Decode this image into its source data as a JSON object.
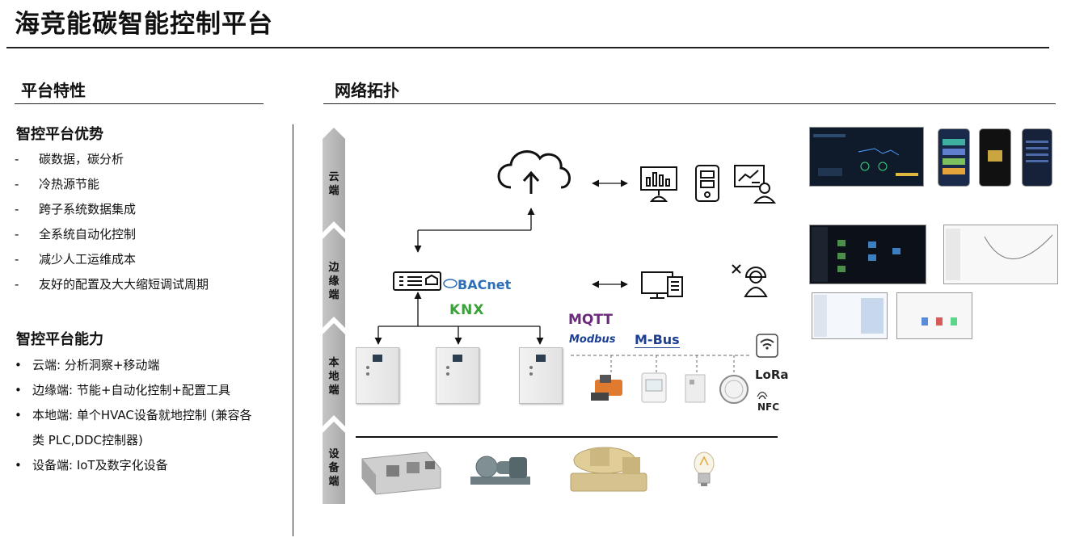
{
  "page": {
    "title": "海竞能碳智能控制平台"
  },
  "features": {
    "heading": "平台特性",
    "advantages_title": "智控平台优势",
    "advantages_marker": "-",
    "advantages": [
      "碳数据，碳分析",
      "冷热源节能",
      "跨子系统数据集成",
      "全系统自动化控制",
      "减少人工运维成本",
      "友好的配置及大大缩短调试周期"
    ],
    "capabilities_title": "智控平台能力",
    "capabilities_marker": "•",
    "capabilities": [
      "云端: 分析洞察+移动端",
      "边缘端: 节能+自动化控制+配置工具",
      "本地端: 单个HVAC设备就地控制 (兼容各",
      "类 PLC,DDC控制器)",
      "设备端: IoT及数字化设备"
    ]
  },
  "topology": {
    "heading": "网络拓扑",
    "tiers": [
      "云\n端",
      "边\n缘\n端",
      "本\n地\n端",
      "设\n备\n端"
    ],
    "protocols": {
      "bacnet": "BACnet",
      "knx": "KNX",
      "mqtt": "MQTT",
      "modbus": "Modbus",
      "mbus": "M-Bus",
      "lora": "LoRa",
      "nfc": "NFC",
      "wifi": "wifi"
    },
    "icons": [
      "cloud-upload-icon",
      "dashboard-monitor-icon",
      "mobile-device-icon",
      "analyst-user-icon",
      "gateway-icon",
      "workstation-icon",
      "engineer-icon",
      "wifi-icon"
    ]
  },
  "colors": {
    "tier_bar": "#b5b5b5",
    "bacnet_blue": "#2f6fb7",
    "knx_green": "#3ba13a",
    "mqtt_purple": "#6b2a7c",
    "mbus_blue": "#1c3f94",
    "dashboard_dark": "#0f1a2b"
  }
}
